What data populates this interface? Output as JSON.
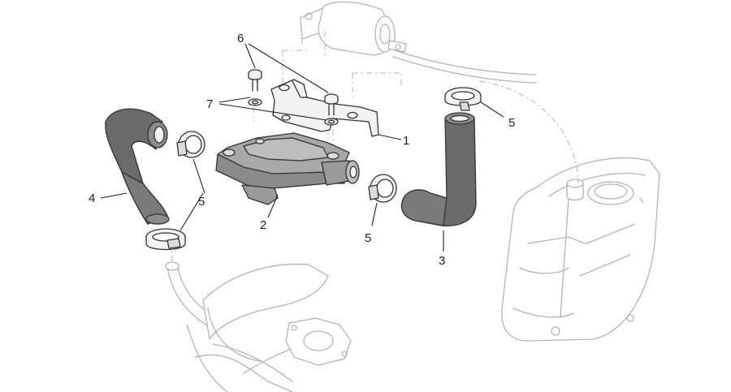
{
  "callouts": {
    "c1": "1",
    "c2": "2",
    "c3": "3",
    "c4": "4",
    "c5a": "5",
    "c5b": "5",
    "c5c": "5",
    "c6": "6",
    "c7": "7"
  },
  "colors": {
    "hose": "#6b6b6b",
    "outline": "#333333",
    "ghost": "#b4b4b4",
    "background": "#ffffff"
  }
}
